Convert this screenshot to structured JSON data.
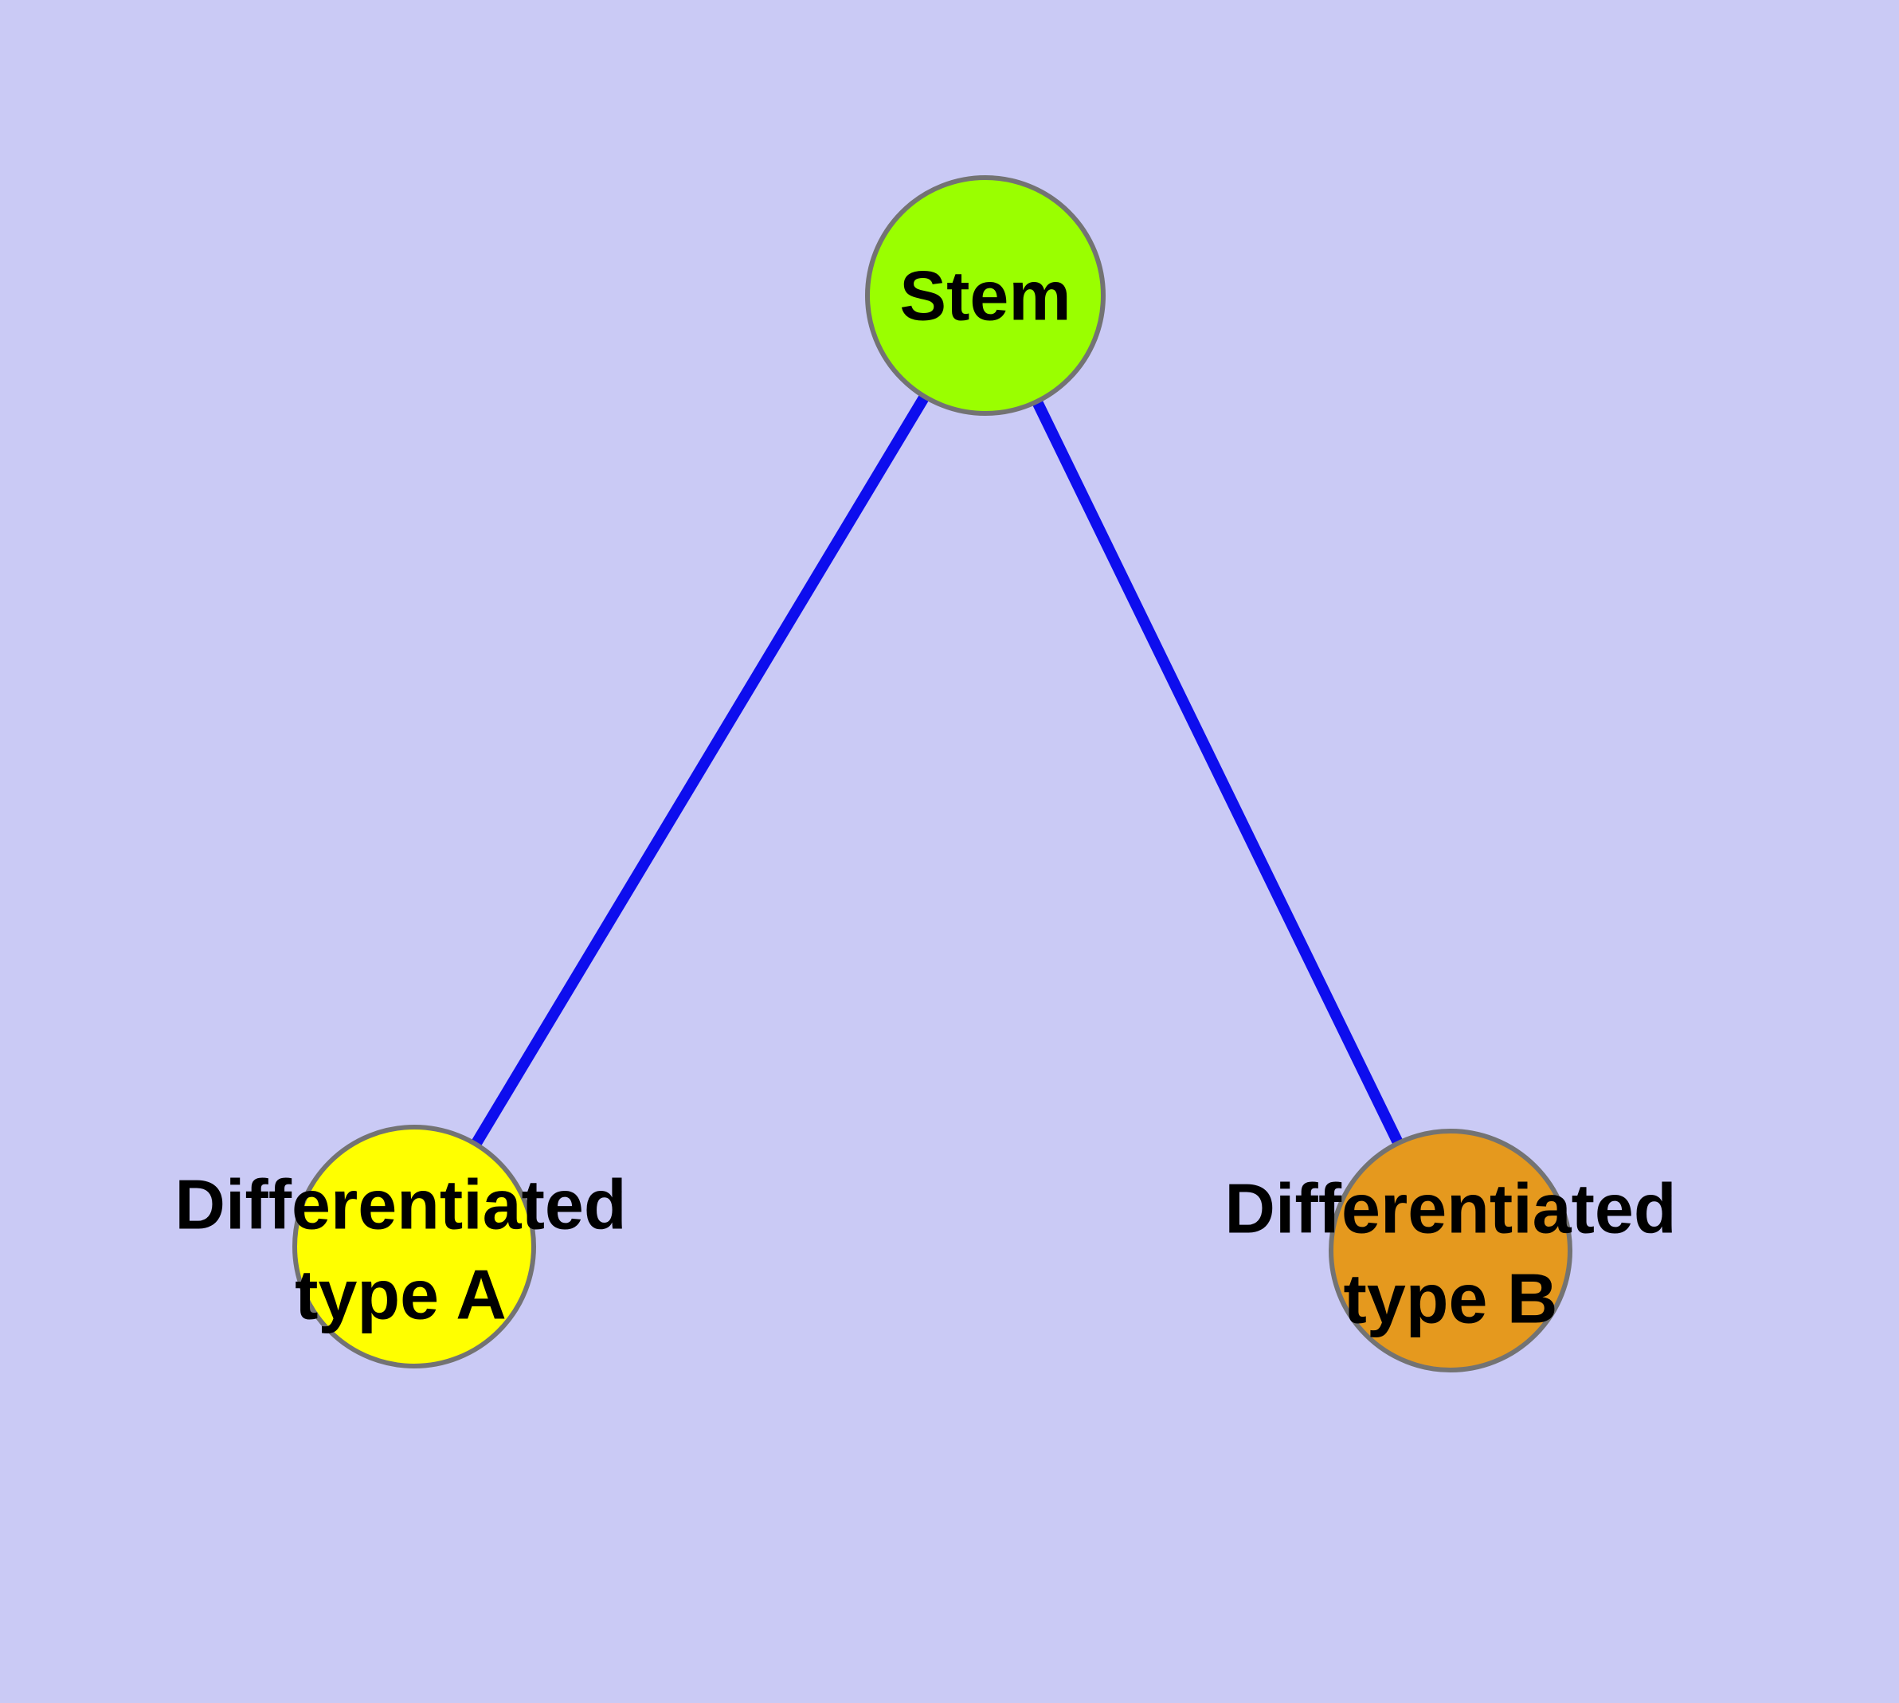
{
  "diagram": {
    "type": "node-link-graph",
    "background_color": "#cacaf5",
    "edge_color": "#0d0dee",
    "edge_width": 14,
    "node_border_color": "#737373",
    "label_color": "#000000",
    "nodes": {
      "stem": {
        "id": "stem",
        "label": "Stem",
        "label_lines": [
          "Stem"
        ],
        "color": "#9aff00"
      },
      "typeA": {
        "id": "typeA",
        "label": "Differentiated type A",
        "label_lines": [
          "Differentiated",
          "type A"
        ],
        "color": "#ffff00"
      },
      "typeB": {
        "id": "typeB",
        "label": "Differentiated type B",
        "label_lines": [
          "Differentiated",
          "type B"
        ],
        "color": "#e5991e"
      }
    },
    "edges": [
      {
        "from": "Stem",
        "to": "Differentiated type A"
      },
      {
        "from": "Stem",
        "to": "Differentiated type B"
      }
    ]
  }
}
